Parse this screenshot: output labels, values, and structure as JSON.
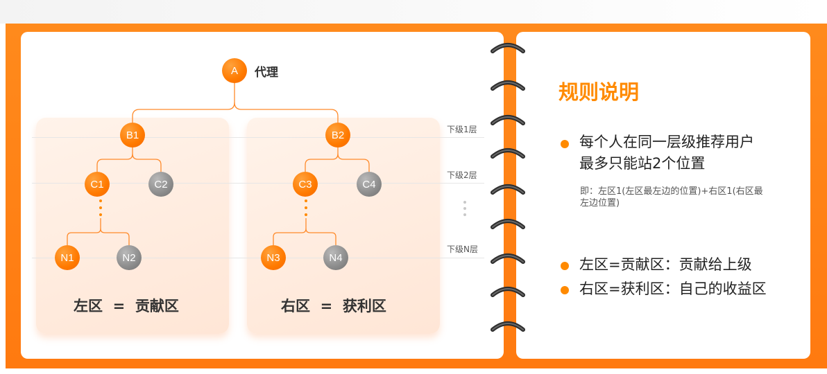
{
  "tree": {
    "root": {
      "letter": "A",
      "label": "代理"
    },
    "level_labels": [
      "下级1层",
      "下级2层",
      "下级N层"
    ],
    "left_zone": {
      "caption": "左区  =  贡献区",
      "level1": "B1",
      "level2": [
        "C1",
        "C2"
      ],
      "levelN": [
        "N1",
        "N2"
      ]
    },
    "right_zone": {
      "caption": "右区  =  获利区",
      "level1": "B2",
      "level2": [
        "C3",
        "C4"
      ],
      "levelN": [
        "N3",
        "N4"
      ]
    }
  },
  "rules": {
    "title": "规则说明",
    "items": [
      {
        "text": "每个人在同一层级推荐用户最多只能站2个位置",
        "note": "即：左区1(左区最左边的位置)+右区1(右区最左边位置)"
      },
      {
        "text": "左区=贡献区：贡献给上级"
      },
      {
        "text": "右区=获利区：自己的收益区"
      }
    ]
  },
  "colors": {
    "accent": "#ff8a00",
    "frame": "#ff7a10",
    "node_gray": "#8c8c8c"
  }
}
